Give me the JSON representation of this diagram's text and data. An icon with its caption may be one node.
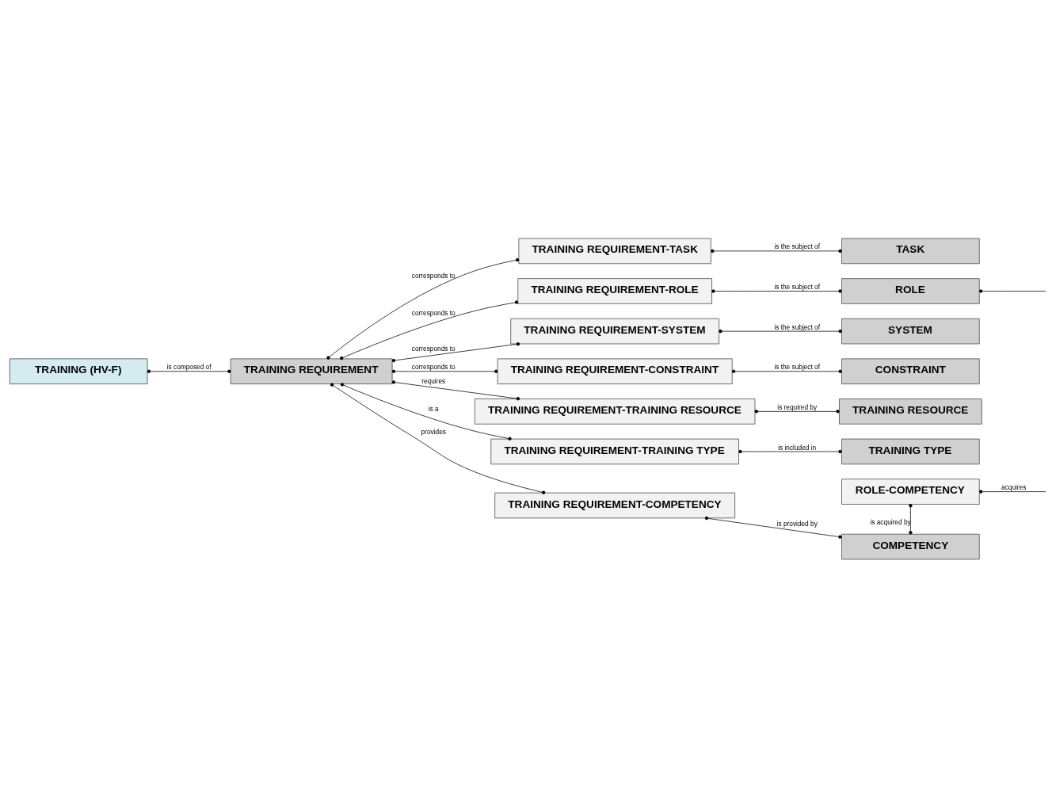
{
  "diagram": {
    "nodes": [
      {
        "text": [
          "TRAINING (HV-F)"
        ]
      },
      {
        "text": [
          "TRAINING REQUIREMENT"
        ]
      },
      {
        "text": [
          "TRAINING REQUIREMENT-TASK"
        ]
      },
      {
        "text": [
          "TASK"
        ]
      },
      {
        "text": [
          "TRAINING REQUIREMENT-ROLE"
        ]
      },
      {
        "text": [
          "ROLE"
        ]
      },
      {
        "text": [
          "TRAINING REQUIREMENT-SYSTEM"
        ]
      },
      {
        "text": [
          "SYSTEM"
        ]
      },
      {
        "text": [
          "TRAINING REQUIREMENT-CONSTRAINT"
        ]
      },
      {
        "text": [
          "CONSTRAINT"
        ]
      },
      {
        "text": [
          "ROLE-COMPETENCY"
        ]
      },
      {
        "text": [
          "TRAINING REQUIREMENT-COMPETENCY"
        ]
      },
      {
        "text": [
          "COMPETENCY"
        ]
      },
      {
        "text": [
          "TRAINING REQUIREMENT-TRAINING RESOURCE"
        ]
      },
      {
        "text": [
          "TRAINING RESOURCE"
        ]
      },
      {
        "text": [
          "TRAINING REQUIREMENT-TRAINING TYPE"
        ]
      },
      {
        "text": [
          "TRAINING TYPE"
        ]
      }
    ],
    "edges": [
      {
        "from": 0,
        "to": 1,
        "arrow": "other",
        "label": "is composed of"
      },
      {
        "from": 1,
        "to": 2,
        "arrow": "other",
        "label": "corresponds to"
      },
      {
        "from": 2,
        "to": 3,
        "arrow": "other",
        "label": "is the subject of"
      },
      {
        "from": 1,
        "to": 4,
        "arrow": "other",
        "label": "corresponds to"
      },
      {
        "from": 4,
        "to": 5,
        "arrow": "other",
        "label": "is the subject of"
      },
      {
        "from": 1,
        "to": 6,
        "arrow": "other",
        "label": "corresponds to"
      },
      {
        "from": 6,
        "to": 7,
        "arrow": "other",
        "label": "is the subject of"
      },
      {
        "from": 1,
        "to": 8,
        "arrow": "other",
        "label": "corresponds to"
      },
      {
        "from": 8,
        "to": 9,
        "arrow": "other",
        "label": "is the subject of"
      },
      {
        "from": 1,
        "to": 11,
        "arrow": "other",
        "label": "provides"
      },
      {
        "from": 11,
        "to": 12,
        "arrow": "other",
        "label": "is provided by"
      },
      {
        "from": 10,
        "to": 12,
        "arrow": "other",
        "label": "is acquired by"
      },
      {
        "from": 1,
        "to": 13,
        "arrow": "other",
        "label": "requires"
      },
      {
        "from": 13,
        "to": 14,
        "arrow": "other",
        "label": "is required by"
      },
      {
        "from": 1,
        "to": 15,
        "arrow": "other",
        "label": "is a"
      },
      {
        "from": 15,
        "to": 16,
        "arrow": "other",
        "label": "is included in"
      },
      {
        "from": 5,
        "to": null,
        "arrow": "other"
      },
      {
        "from": 10,
        "to": null,
        "arrow": "other",
        "label": "acquires"
      }
    ]
  }
}
